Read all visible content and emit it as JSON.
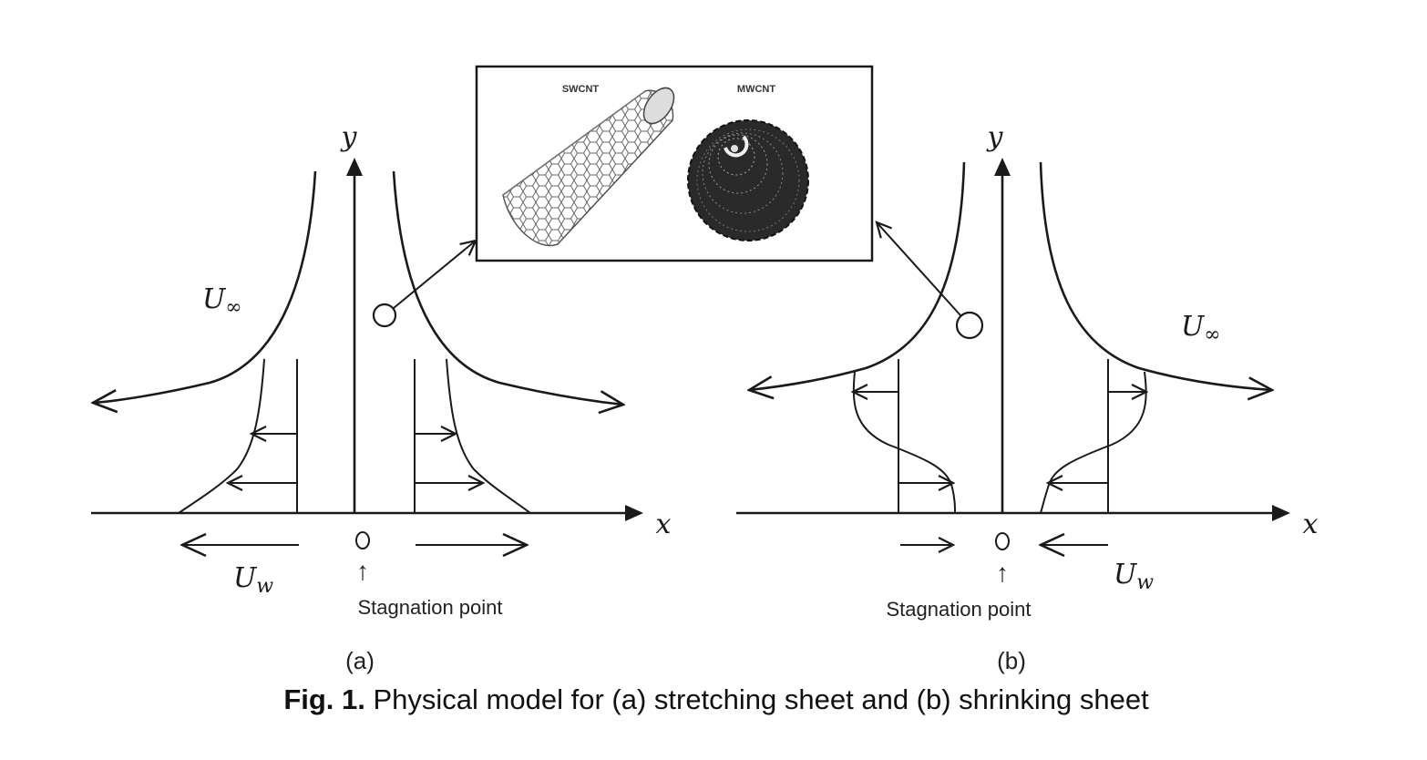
{
  "inset": {
    "swcnt_label": "SWCNT",
    "mwcnt_label": "MWCNT"
  },
  "panel_a": {
    "y_axis": "y",
    "x_axis": "x",
    "u_inf_main": "U",
    "u_inf_sub": "∞",
    "u_w_main": "U",
    "u_w_sub": "w",
    "stagnation": "Stagnation point",
    "arrow_up": "↑",
    "tag": "(a)"
  },
  "panel_b": {
    "y_axis": "y",
    "x_axis": "x",
    "u_inf_main": "U",
    "u_inf_sub": "∞",
    "u_w_main": "U",
    "u_w_sub": "w",
    "stagnation": "Stagnation point",
    "arrow_up": "↑",
    "tag": "(b)"
  },
  "caption": {
    "bold": "Fig. 1.",
    "text": " Physical model for (a) stretching sheet and (b) shrinking sheet"
  },
  "colors": {
    "ink": "#1a1a1a",
    "tube": "#555555",
    "tube_dark": "#1f1f1f"
  }
}
